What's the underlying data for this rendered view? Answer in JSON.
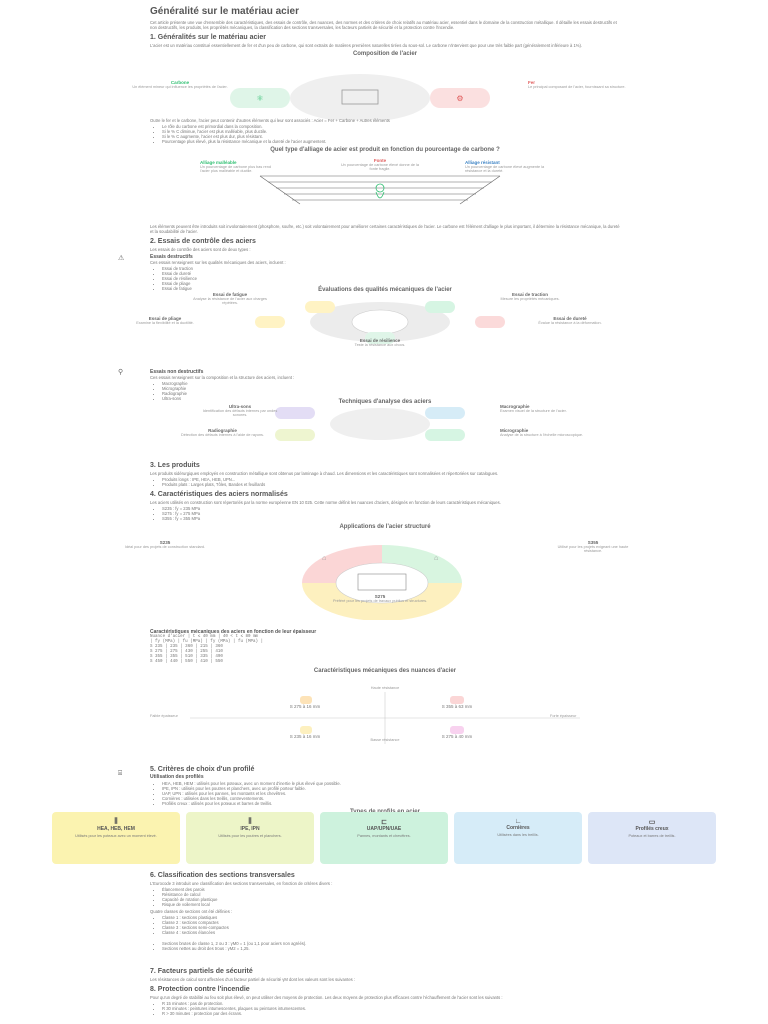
{
  "title": "Généralité sur le matériau acier",
  "intro": "Cet article présente une vue d'ensemble des caractéristiques, des essais de contrôle, des nuances, des normes et des critères de choix relatifs au matériau acier, essentiel dans le domaine de la construction métallique. Il détaille les essais destructifs et non destructifs, les produits, les propriétés mécaniques, la classification des sections transversales, les facteurs partiels de sécurité et la protection contre l'incendie.",
  "s1": {
    "heading": "1. Généralités sur le matériau acier",
    "text": "L'acier est un matériau constitué essentiellement de fer et d'un peu de carbone, qui sont extraits de matières premières naturelles tirées du sous-sol. Le carbone n'intervient que pour une très faible part (généralement inférieure à 1%).",
    "fig_title": "Composition de l'acier",
    "left_label": "Carbone",
    "left_desc": "Un élément mineur qui influence les propriétés de l'acier.",
    "right_label": "Fer",
    "right_desc": "Le principal composant de l'acier, fournissant sa structure.",
    "text2": "Outre le fer et le carbone, l'acier peut contenir d'autres éléments qui leur sont associés : Acier = Fer + Carbone + Autres éléments",
    "list": [
      "Le rôle du carbone est primordial dans la composition.",
      "Si le % C diminue, l'acier est plus malléable, plus ductile.",
      "Si le % C augmente, l'acier est plus dur, plus résistant.",
      "Pourcentage plus élevé, plus la résistance mécanique et la dureté de l'acier augmentent."
    ],
    "fig2_title": "Quel type d'alliage de acier est produit en fonction du pourcentage de carbone ?",
    "alloy_left": "Alliage malléable",
    "alloy_left_desc": "Un pourcentage de carbone plus bas rend l'acier plus malléable et ductile.",
    "alloy_mid": "Fonte",
    "alloy_mid_desc": "Un pourcentage de carbone élevé donne de la fonte fragile.",
    "alloy_right": "Alliage résistant",
    "alloy_right_desc": "Un pourcentage de carbone élevé augmente la résistance et la dureté.",
    "text3": "Les éléments peuvent être introduits soit involontairement (phosphore, soufre, etc.) soit volontairement pour améliorer certaines caractéristiques de l'acier. Le carbone est l'élément d'alliage le plus important, il détermine la résistance mécanique, la dureté et la soudabilité de l'acier."
  },
  "s2": {
    "heading": "2. Essais de contrôle des aciers",
    "text": "Les essais de contrôle des aciers sont de deux types :",
    "destr_heading": "Essais destructifs",
    "destr_text": "Ces essais renseignent sur les qualités mécaniques des aciers, incluent :",
    "destr_list": [
      "Essai de traction",
      "Essai de dureté",
      "Essai de résilience",
      "Essai de pliage",
      "Essai de fatigue"
    ],
    "fig_title": "Évaluations des qualités mécaniques de l'acier",
    "e1": "Essai de fatigue",
    "e1d": "Analyse la résistance de l'acier aux charges répétées.",
    "e2": "Essai de traction",
    "e2d": "Mesure les propriétés mécaniques.",
    "e3": "Essai de pliage",
    "e3d": "Examine la flexibilité et la ductilité.",
    "e4": "Essai de dureté",
    "e4d": "Évalue la résistance à la déformation.",
    "e5": "Essai de résilience",
    "e5d": "Teste la résistance aux chocs.",
    "nd_heading": "Essais non destructifs",
    "nd_text": "Ces essais renseignent sur la composition et la structure des aciers, incluent :",
    "nd_list": [
      "Macrographie",
      "Micrographie",
      "Radiographie",
      "Ultra-sons"
    ],
    "fig2_title": "Techniques d'analyse des aciers",
    "t1": "Ultra-sons",
    "t1d": "Identification des défauts internes par ondes sonores.",
    "t2": "Macrographie",
    "t2d": "Examen visuel de la structure de l'acier.",
    "t3": "Radiographie",
    "t3d": "Détection des défauts internes à l'aide de rayons.",
    "t4": "Micrographie",
    "t4d": "Analyse de la structure à l'échelle microscopique."
  },
  "s3": {
    "heading": "3. Les produits",
    "text": "Les produits sidérurgiques employés en construction métallique sont obtenus par laminage à chaud. Les dimensions et les caractéristiques sont normalisées et répertoriées sur catalogues.",
    "list": [
      "Produits longs : IPE, HEA, HEB, UPN...",
      "Produits plats : Larges plats, Tôles, Bandes et feuillards"
    ]
  },
  "s4": {
    "heading": "4. Caractéristiques des aciers normalisés",
    "text": "Les aciers utilisés en construction sont répertoriés par la norme européenne EN 10 025. Cette norme définit les nuances d'aciers, désignés en fonction de leurs caractéristiques mécaniques.",
    "list": [
      "S235 : fy = 235 MPa",
      "S275 : fy = 275 MPa",
      "S355 : fy = 355 MPa"
    ],
    "fig_title": "Applications de l'acier structuré",
    "a1": "S235",
    "a1d": "Idéal pour des projets de construction standard.",
    "a2": "S355",
    "a2d": "Utilisé pour les projets exigeant une haute résistance.",
    "a3": "S275",
    "a3d": "Préféré pour les projets de travaux publics et structures.",
    "table_heading": "Caractéristiques mécaniques des aciers en fonction de leur épaisseur",
    "table_rows": [
      "Nuance d'acier | t ≤ 40 mm | 40 < t ≤ 80 mm",
      "| fy (MPa) | fu (MPa) | fy (MPa) | fu (MPa) |",
      "S 235 | 235 | 360 | 215 | 360",
      "S 275 | 275 | 430 | 255 | 410",
      "S 355 | 355 | 510 | 335 | 490",
      "S 450 | 440 | 550 | 410 | 550"
    ],
    "fig2_title": "Caractéristiques mécaniques des nuances d'acier",
    "axis_top": "Haute résistance",
    "axis_bottom": "Basse résistance",
    "axis_left": "Faible épaisseur",
    "axis_right": "Forte épaisseur",
    "q1": "S 275 à 16 mm",
    "q2": "S 355 à 63 mm",
    "q3": "S 235 à 16 mm",
    "q4": "S 275 à 40 mm"
  },
  "s5": {
    "heading": "5. Critères de choix d'un profilé",
    "sub": "Utilisation des profilés",
    "list": [
      "HEA, HEB, HEM : utilisés pour les poteaux, avec un moment d'inertie le plus élevé que possible.",
      "IPE, IPN : utilisés pour les poutres et planchers, avec un profilé porteur faible.",
      "UAP, UPN : utilisés pour les pannes, les montants et les chevêtres.",
      "Cornières : utilisées dans les treillis, contreventements.",
      "Profilés creux : utilisés pour les poteaux et barres de treillis."
    ],
    "fig_title": "Types de profils en acier",
    "cards": [
      {
        "name": "HEA, HEB, HEM",
        "desc": "Utilisés pour les poteaux avec un moment élevé."
      },
      {
        "name": "IPE, IPN",
        "desc": "Utilisés pour les poutres et planchers."
      },
      {
        "name": "UAP/UPN/UAE",
        "desc": "Pannes, montants et chevêtres."
      },
      {
        "name": "Cornières",
        "desc": "Utilisées dans les treillis."
      },
      {
        "name": "Profilés creux",
        "desc": "Poteaux et barres de treillis."
      }
    ]
  },
  "s6": {
    "heading": "6. Classification des sections transversales",
    "text": "L'Eurocode 3 introduit une classification des sections transversales, en fonction de critères divers :",
    "list": [
      "Élancement des parois",
      "Résistance de calcul",
      "Capacité de rotation plastique",
      "Risque de voilement local"
    ],
    "text2": "Quatre classes de sections ont été définies :",
    "list2": [
      "Classe 1 : sections plastiques",
      "Classe 2 : sections compactes",
      "Classe 3 : sections semi-compactes",
      "Classe 4 : sections élancées"
    ],
    "list3": [
      "Sections brutes de classe 1, 2 ou 3 : γM0 = 1 (ou 1,1 pour aciers non agréés).",
      "Sections nettes au droit des trous : γM2 = 1,25."
    ]
  },
  "s7": {
    "heading": "7. Facteurs partiels de sécurité",
    "text": "Les résistances de calcul sont affectées d'un facteur partiel de sécurité γM dont les valeurs sont les suivantes :"
  },
  "s8": {
    "heading": "8. Protection contre l'incendie",
    "text": "Pour qu'un degré de stabilité au feu soit plus élevé, on peut utiliser des moyens de protection. Les deux moyens de protection plus efficaces contre l'échauffement de l'acier sont les suivants :",
    "list": [
      "R 15 minutes : pas de protection.",
      "R 30 minutes : peintures intumescentes, plaques ou peintures intumescentes.",
      "R > 30 minutes : protection par des écrans."
    ]
  }
}
